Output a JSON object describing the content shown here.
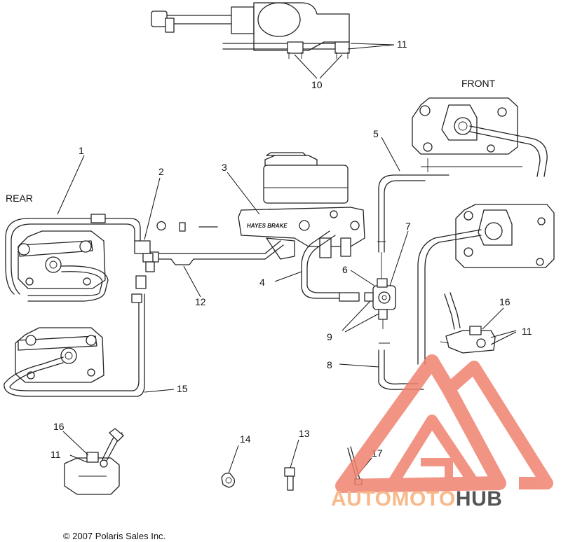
{
  "diagram": {
    "section_labels": {
      "front": "FRONT",
      "rear": "REAR"
    },
    "callouts": {
      "c1": "1",
      "c2": "2",
      "c3": "3",
      "c4": "4",
      "c5": "5",
      "c6": "6",
      "c7": "7",
      "c8": "8",
      "c9": "9",
      "c10": "10",
      "c11_top": "11",
      "c11_right": "11",
      "c11_left": "11",
      "c12": "12",
      "c13": "13",
      "c14": "14",
      "c15": "15",
      "c16_right": "16",
      "c16_left": "16",
      "c17": "17"
    },
    "master_cylinder_text": "HAYES BRAKE",
    "copyright": "© 2007 Polaris Sales Inc."
  },
  "watermark": {
    "brand_part1": "AUTOMOTO",
    "brand_part2": "HUB",
    "colors": {
      "primary": "#f0826f",
      "secondary": "#f7b98a",
      "dark": "#555555"
    }
  }
}
